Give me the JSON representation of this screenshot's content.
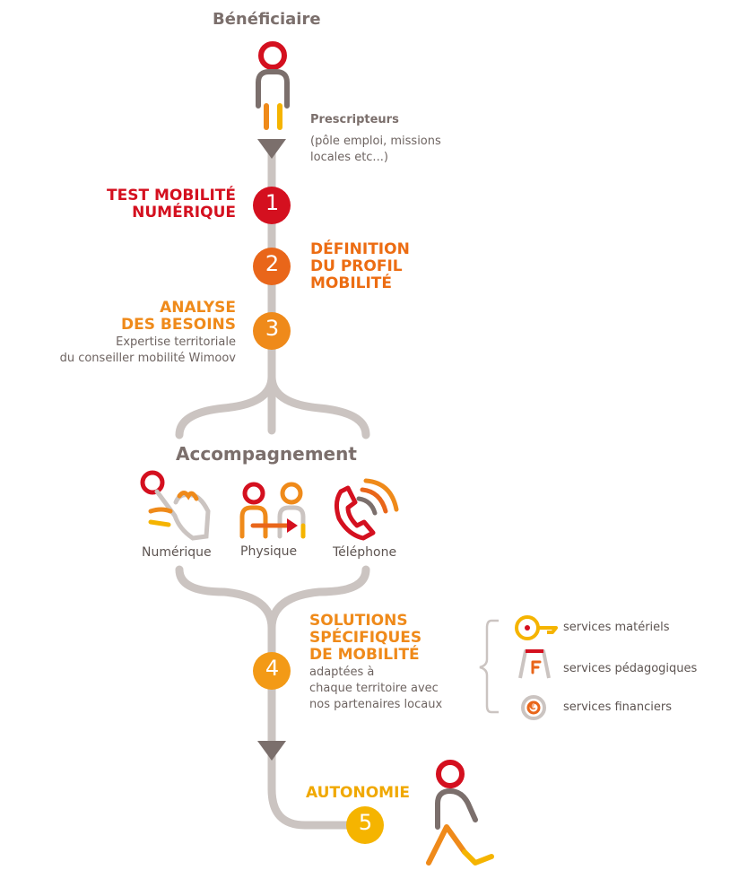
{
  "beneficiary": {
    "title": "Bénéficiaire"
  },
  "prescribers": {
    "title": "Prescripteurs",
    "line1": "(pôle emploi, missions",
    "line2": "locales etc...)"
  },
  "steps": [
    {
      "number": "1",
      "title_lines": [
        "TEST MOBILITÉ",
        "NUMÉRIQUE"
      ],
      "color": "#d4101f"
    },
    {
      "number": "2",
      "title_lines": [
        "DÉFINITION",
        "DU PROFIL",
        "MOBILITÉ"
      ],
      "color": "#e9661a"
    },
    {
      "number": "3",
      "title_lines": [
        "ANALYSE",
        "DES BESOINS"
      ],
      "desc_lines": [
        "Expertise territoriale",
        "du conseiller mobilité Wimoov"
      ],
      "color": "#ef8a1a"
    },
    {
      "number": "4",
      "title_lines": [
        "SOLUTIONS",
        "SPÉCIFIQUES",
        "DE MOBILITÉ"
      ],
      "desc_lines": [
        "adaptées à",
        "chaque territoire avec",
        "nos partenaires locaux"
      ],
      "color": "#f39a16"
    },
    {
      "number": "5",
      "title_lines": [
        "AUTONOMIE"
      ],
      "color": "#f5b400"
    }
  ],
  "accompaniment": {
    "title": "Accompagnement",
    "modes": [
      {
        "label": "Numérique",
        "icon": "hand-touch-icon"
      },
      {
        "label": "Physique",
        "icon": "two-people-icon"
      },
      {
        "label": "Téléphone",
        "icon": "phone-icon"
      }
    ]
  },
  "services": [
    {
      "label": "services matériels",
      "icon": "key-icon"
    },
    {
      "label": "services pédagogiques",
      "icon": "learner-sign-icon"
    },
    {
      "label": "services financiers",
      "icon": "euro-coin-icon"
    }
  ],
  "colors": {
    "red": "#d4101f",
    "orange": "#e9661a",
    "orange_light": "#ef8a1a",
    "yellow": "#f5b400",
    "grey_line": "#cbc4c1",
    "grey_dark": "#7b6f6c"
  }
}
